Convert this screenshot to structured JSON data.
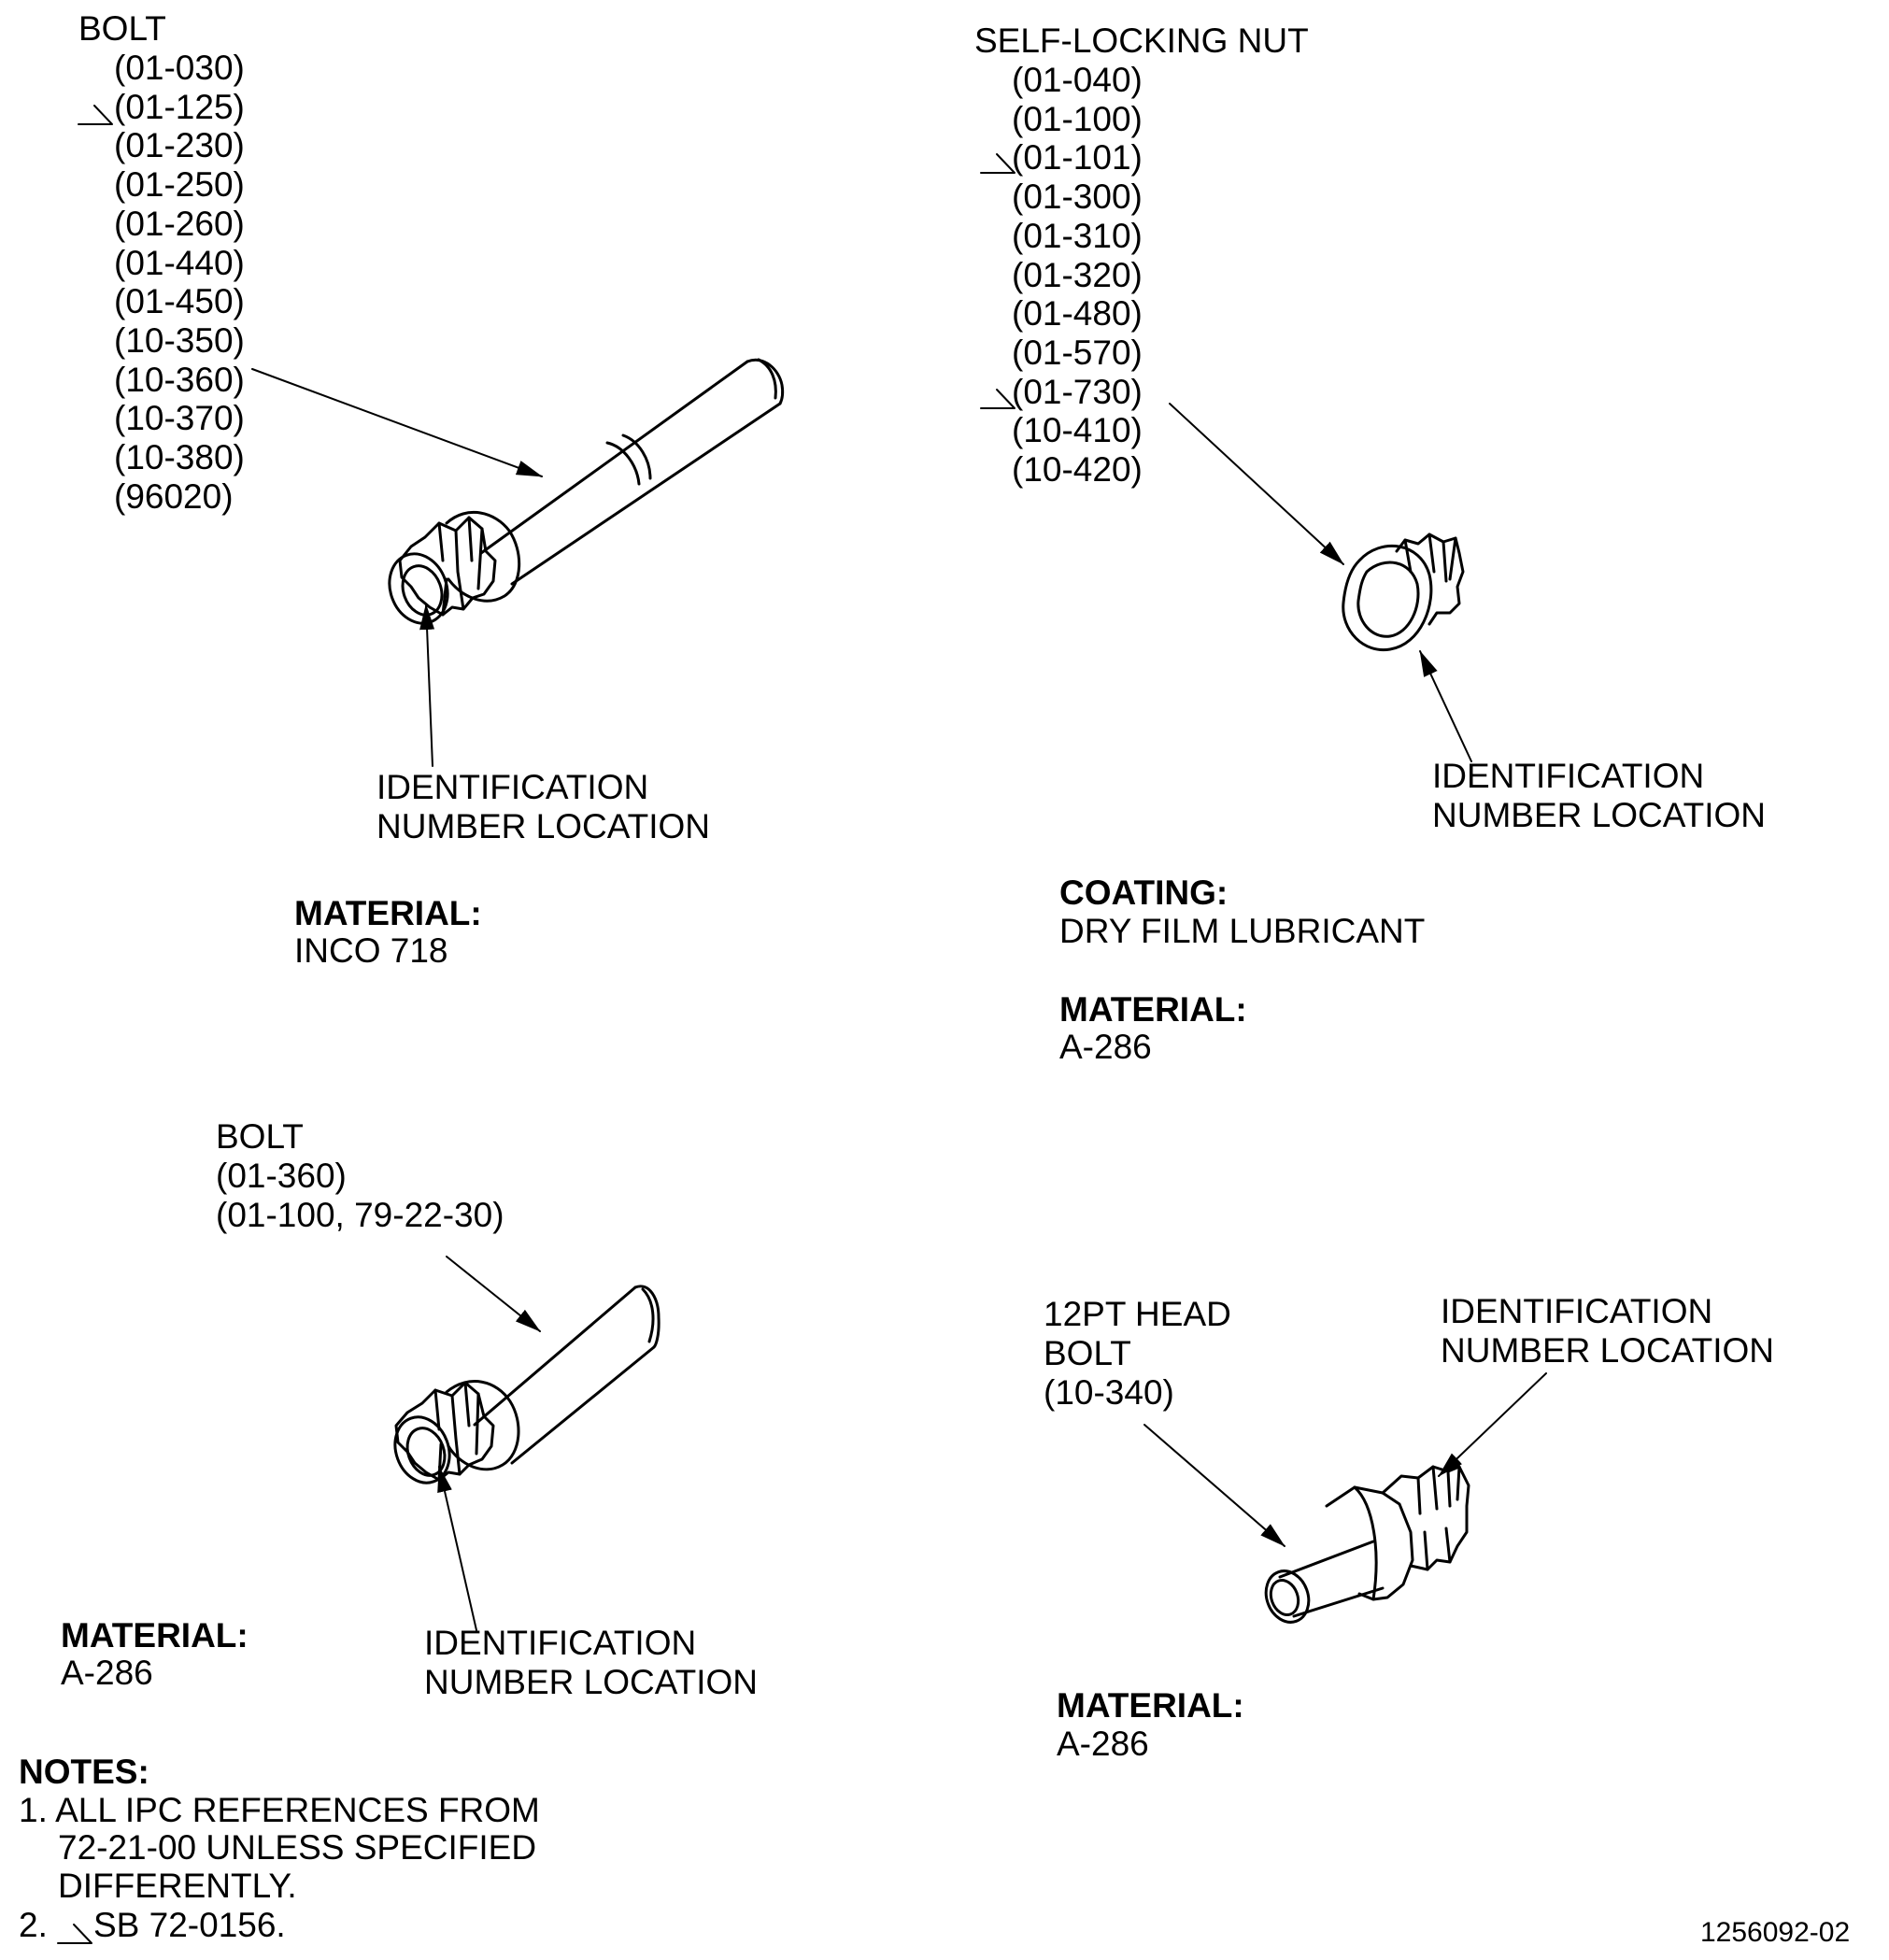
{
  "bolt_top": {
    "title": "BOLT",
    "refs": [
      "(01-030)",
      "(01-125)",
      "(01-230)",
      "(01-250)",
      "(01-260)",
      "(01-440)",
      "(01-450)",
      "(10-350)",
      "(10-360)",
      "(10-370)",
      "(10-380)",
      "(96020)"
    ],
    "delta_ref": "(01-125)",
    "id_label_1": "IDENTIFICATION",
    "id_label_2": "NUMBER LOCATION",
    "material_heading": "MATERIAL:",
    "material_value": "INCO 718"
  },
  "nut": {
    "title": "SELF-LOCKING NUT",
    "refs": [
      "(01-040)",
      "(01-100)",
      "(01-101)",
      "(01-300)",
      "(01-310)",
      "(01-320)",
      "(01-480)",
      "(01-570)",
      "(01-730)",
      "(10-410)",
      "(10-420)"
    ],
    "delta_refs": [
      "(01-101)",
      "(01-730)"
    ],
    "id_label_1": "IDENTIFICATION",
    "id_label_2": "NUMBER LOCATION",
    "coating_heading": "COATING:",
    "coating_value": "DRY FILM LUBRICANT",
    "material_heading": "MATERIAL:",
    "material_value": "A-286"
  },
  "bolt_bottom": {
    "title": "BOLT",
    "ref_1": "(01-360)",
    "ref_2": "(01-100, 79-22-30)",
    "id_label_1": "IDENTIFICATION",
    "id_label_2": "NUMBER LOCATION",
    "material_heading": "MATERIAL:",
    "material_value": "A-286"
  },
  "bolt_12pt": {
    "title_1": "12PT HEAD",
    "title_2": "BOLT",
    "ref": "(10-340)",
    "id_label_1": "IDENTIFICATION",
    "id_label_2": "NUMBER LOCATION",
    "material_heading": "MATERIAL:",
    "material_value": "A-286"
  },
  "notes": {
    "heading": "NOTES:",
    "note1_line1": "1. ALL IPC REFERENCES FROM",
    "note1_line2": "72-21-00 UNLESS SPECIFIED",
    "note1_line3": "DIFFERENTLY.",
    "note2_prefix": "2.",
    "note2_text": "SB 72-0156."
  },
  "figure_id": "1256092-02"
}
